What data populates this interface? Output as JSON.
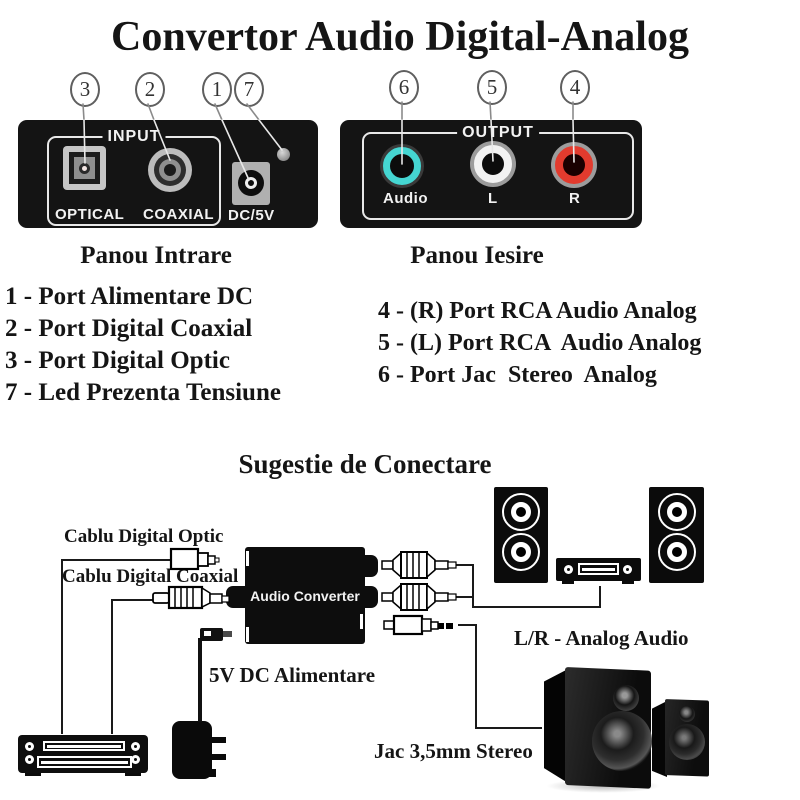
{
  "title": "Convertor Audio Digital-Analog",
  "panels": {
    "input": {
      "heading": "Panou Intrare",
      "group_label": "INPUT",
      "callouts": [
        "3",
        "2",
        "1",
        "7"
      ],
      "ports": {
        "optical": "OPTICAL",
        "coaxial": "COAXIAL",
        "dc": "DC/5V"
      }
    },
    "output": {
      "heading": "Panou Iesire",
      "group_label": "OUTPUT",
      "callouts": [
        "6",
        "5",
        "4"
      ],
      "ports": {
        "audio": "Audio",
        "left": "L",
        "right": "R"
      }
    }
  },
  "legend_left": {
    "items": [
      "1 - Port Alimentare DC",
      "2 - Port Digital Coaxial",
      "3 - Port Digital Optic",
      "7 - Led Prezenta Tensiune"
    ]
  },
  "legend_right": {
    "items": [
      "4 - (R) Port RCA Audio Analog",
      "5 - (L) Port RCA  Audio Analog",
      "6 - Port Jac  Stereo  Analog"
    ]
  },
  "connection": {
    "heading": "Sugestie de Conectare",
    "labels": {
      "optic_cable": "Cablu Digital Optic",
      "coax_cable": "Cablu Digital Coaxial",
      "converter": "Audio Converter",
      "power": "5V DC Alimentare",
      "analog": "L/R - Analog Audio",
      "jack": "Jac 3,5mm Stereo"
    }
  },
  "colors": {
    "audio_port_cyan": "#45d6d2",
    "left_port_white": "#f2f2f2",
    "right_port_red": "#e23b2e",
    "panel_black": "#141414"
  }
}
